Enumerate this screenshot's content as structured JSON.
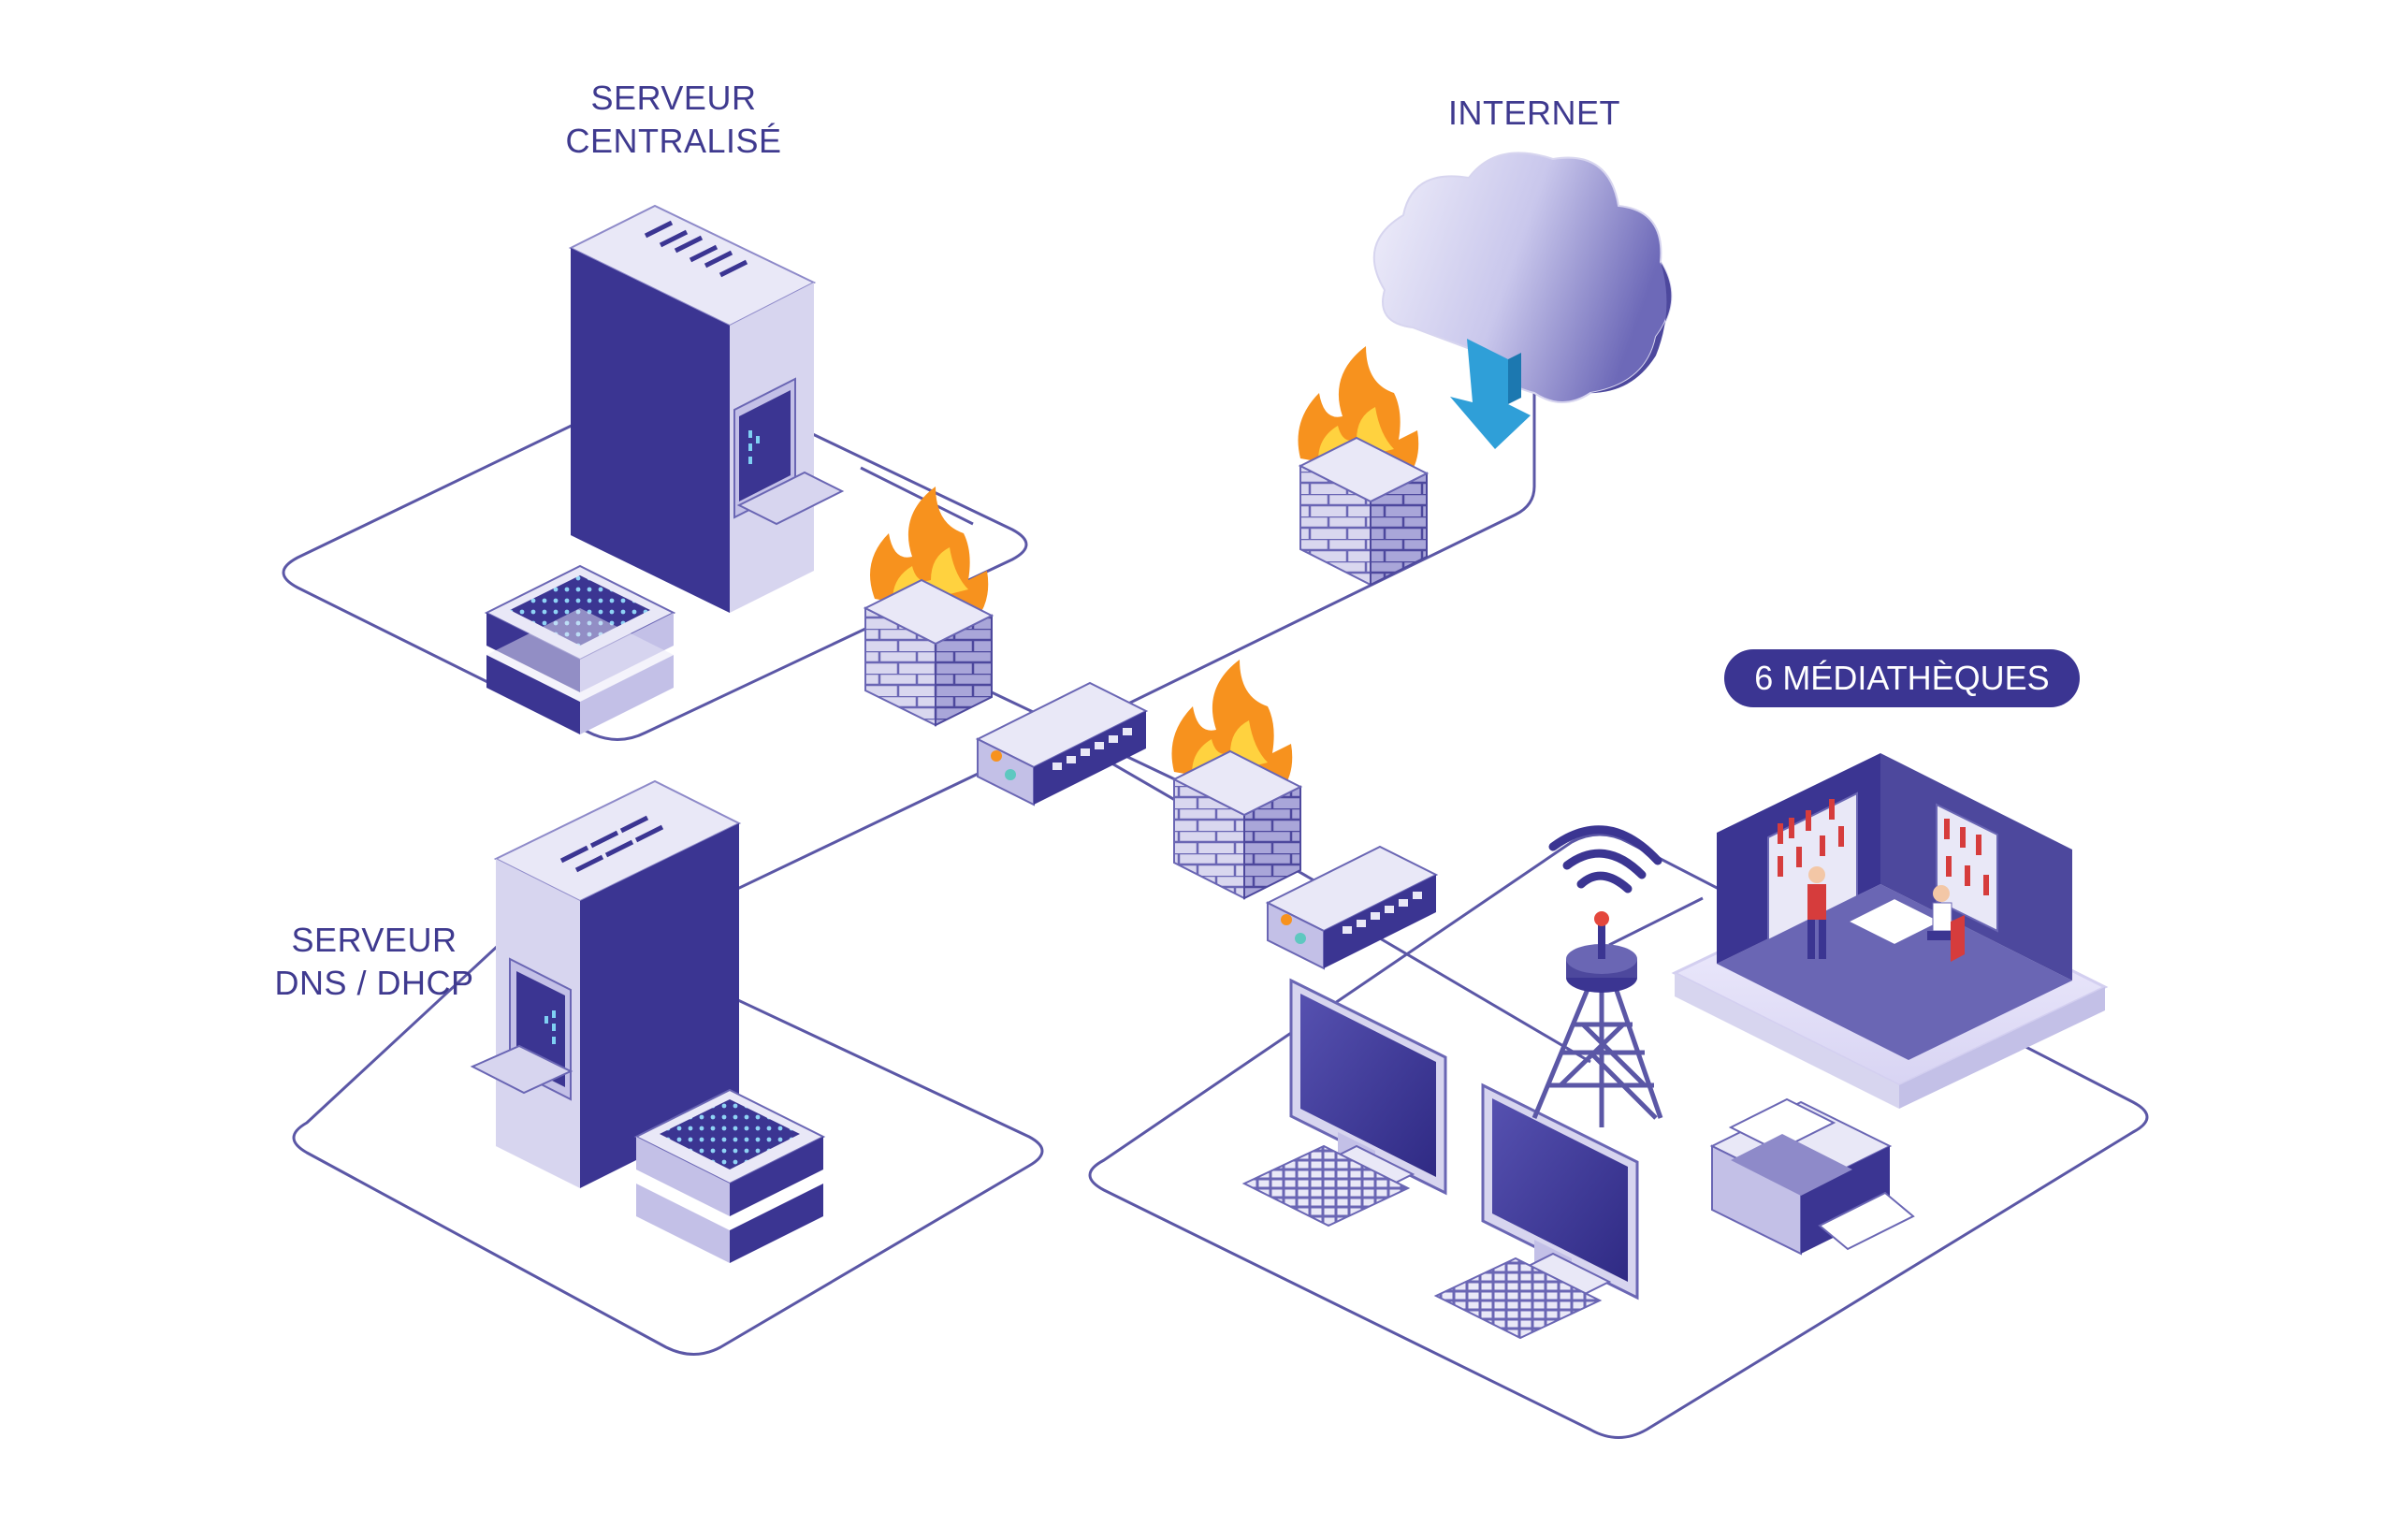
{
  "labels": {
    "central_server": [
      "SERVEUR",
      "CENTRALISÉ"
    ],
    "internet": "INTERNET",
    "dns_server": [
      "SERVEUR",
      "DNS / DHCP"
    ],
    "libraries_badge": "6 MÉDIATHÈQUES"
  },
  "colors": {
    "navy": "#3b3592",
    "label": "#3f3a8f",
    "line": "#5b57a6",
    "light": "#e4e3f4",
    "mid": "#b9b7e2",
    "flame": "#f7921e",
    "arrow": "#2f9fd8"
  },
  "icons": [
    "server-rack-icon",
    "cloud-icon",
    "download-arrow-icon",
    "firewall-icon",
    "network-switch-icon",
    "monitor-icon",
    "keyboard-icon",
    "antenna-tower-icon",
    "wifi-icon",
    "printer-icon",
    "library-room-icon"
  ]
}
